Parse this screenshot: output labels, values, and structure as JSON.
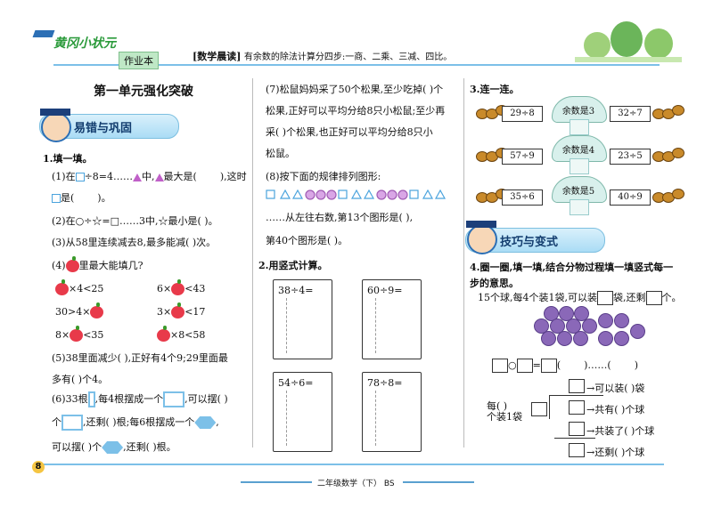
{
  "header": {
    "logo_text": "黄冈小状元",
    "sub_label": "作业本",
    "reading_tag": "[数学晨读]",
    "reading_text": "有余数的除法计算分四步:一商、二乘、三减、四比。",
    "footer_title": "二年级数学（下） BS",
    "page_number": "8"
  },
  "colors": {
    "accent": "#7cc0e8",
    "title_blue": "#123c6e"
  },
  "col1": {
    "unit_title": "第一单元强化突破",
    "badge1": "易错与巩固",
    "q1_heading": "1.填一填。",
    "q1_1a": "(1)在",
    "q1_1b": "÷8=4……",
    "q1_1c": "中,",
    "q1_1d": "最大是(",
    "q1_1e": "),这时",
    "q1_1f": "是(",
    "q1_1g": ")。",
    "q1_2": "(2)在○÷☆=□……3中,☆最小是(      )。",
    "q1_3": "(3)从58里连续减去8,最多能减(      )次。",
    "q1_4a": "(4)",
    "q1_4b": "里最大能填几?",
    "ineq": [
      {
        "pre": "",
        "post": "×4<25"
      },
      {
        "pre": "6×",
        "post": "<43"
      },
      {
        "pre": "30>4×",
        "post": ""
      },
      {
        "pre": "3×",
        "post": "<17"
      },
      {
        "pre": "8×",
        "post": "<35"
      },
      {
        "pre": "",
        "post": "×8<58"
      }
    ],
    "q1_5a": "(5)38里面减少(      ),正好有4个9;29里面最",
    "q1_5b": "多有(      )个4。",
    "q1_6a": "(6)33根",
    "q1_6b": ",每4根摆成一个",
    "q1_6c": ",可以摆(      )",
    "q1_6d": "个",
    "q1_6e": ",还剩(      )根;每6根摆成一个",
    "q1_6f": ",",
    "q1_6g": "可以摆(      )个",
    "q1_6h": ",还剩(      )根。"
  },
  "col2": {
    "q7a": "(7)松鼠妈妈采了50个松果,至少吃掉(      )个",
    "q7b": "松果,正好可以平均分给8只小松鼠;至少再",
    "q7c": "采(      )个松果,也正好可以平均分给8只小",
    "q7d": "松鼠。",
    "q8": "(8)按下面的规律排列图形:",
    "q8b": "……从左往右数,第13个图形是(      ),",
    "q8c": "第40个图形是(      )。",
    "q2_heading": "2.用竖式计算。",
    "calc": [
      "38÷4=",
      "60÷9=",
      "54÷6=",
      "78÷8="
    ]
  },
  "col3": {
    "q3_heading": "3.连一连。",
    "left_cards": [
      "29÷8",
      "57÷9",
      "35÷6"
    ],
    "right_cards": [
      "32÷7",
      "23÷5",
      "40÷9"
    ],
    "mushrooms": [
      "余数是3",
      "余数是4",
      "余数是5"
    ],
    "badge2": "技巧与变式",
    "q4_heading_a": "4.圈一圈,填一填,结合分物过程填一填竖式每一",
    "q4_heading_b": "步的意思。",
    "q4_line_a": "15个球,每4个装1袋,可以装",
    "q4_line_b": "袋,还剩",
    "q4_line_c": "个。",
    "eq_ops": [
      "○",
      "=",
      "(",
      ")……",
      "(",
      ")"
    ],
    "side_a": "每(    )",
    "side_b": "个装1袋",
    "labels": [
      "可以装(   )袋",
      "共有(   )个球",
      "共装了(   )个球",
      "还剩(   )个球"
    ]
  }
}
